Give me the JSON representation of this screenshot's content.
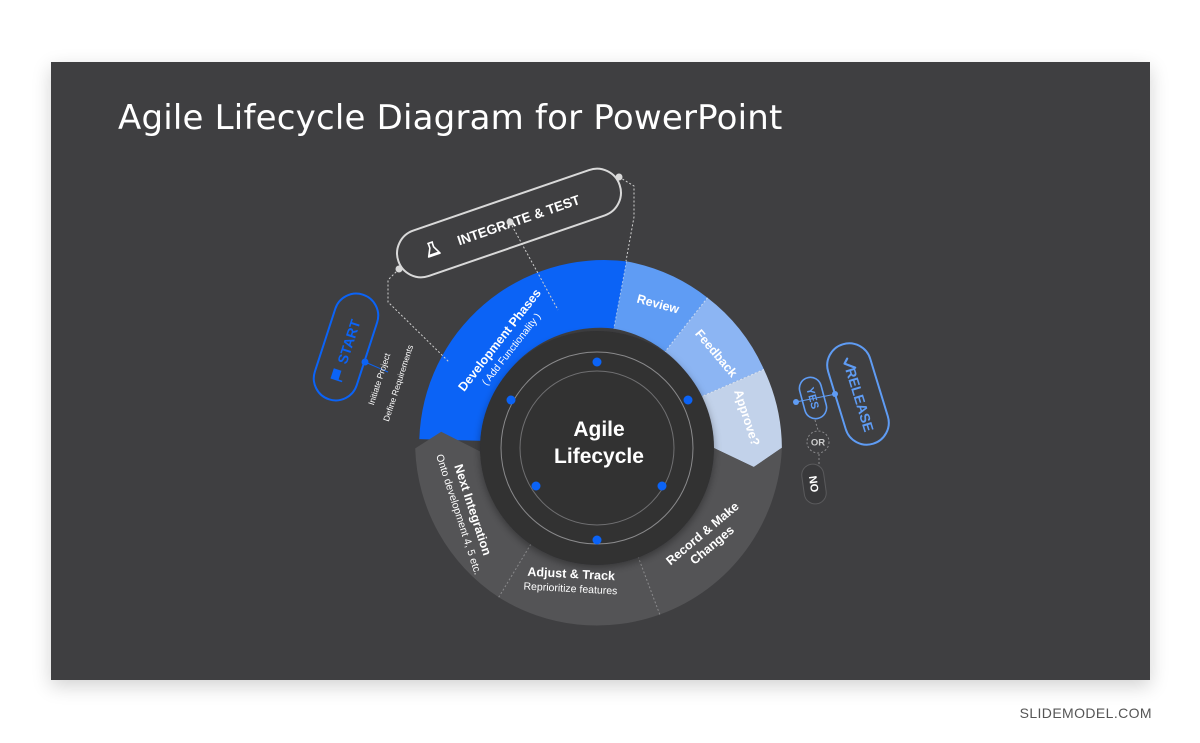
{
  "title": "Agile Lifecycle Diagram for PowerPoint",
  "watermark": "SLIDEMODEL.COM",
  "center": {
    "line1": "Agile",
    "line2": "Lifecycle"
  },
  "segments": {
    "development": {
      "label": "Development Phases",
      "sub": "( Add Functionality )"
    },
    "review": {
      "label": "Review"
    },
    "feedback": {
      "label": "Feedback"
    },
    "approve": {
      "label": "Approve?"
    },
    "record": {
      "line1": "Record & Make",
      "line2": "Changes"
    },
    "adjust": {
      "label": "Adjust & Track",
      "sub": "Reprioritize features"
    },
    "next": {
      "label": "Next Integration",
      "sub": "Onto development 4, 5 etc."
    }
  },
  "integrate": {
    "label": "INTEGRATE & TEST",
    "icon": "flask-icon"
  },
  "start": {
    "label": "START",
    "icon": "flag-icon",
    "notes": [
      "Initiate Project",
      "Define Requirements"
    ]
  },
  "release": {
    "label": "RELEASE",
    "icon": "check-icon"
  },
  "decision": {
    "yes": "YES",
    "or": "OR",
    "no": "NO"
  },
  "colors": {
    "background": "#3f3f41",
    "primary_blue": "#0b63f6",
    "light_blue_1": "#5f9cf4",
    "light_blue_2": "#8cb5f3",
    "light_blue_3": "#c2d2ea",
    "dark_ring": "#545456",
    "inner_circle": "#303033"
  }
}
